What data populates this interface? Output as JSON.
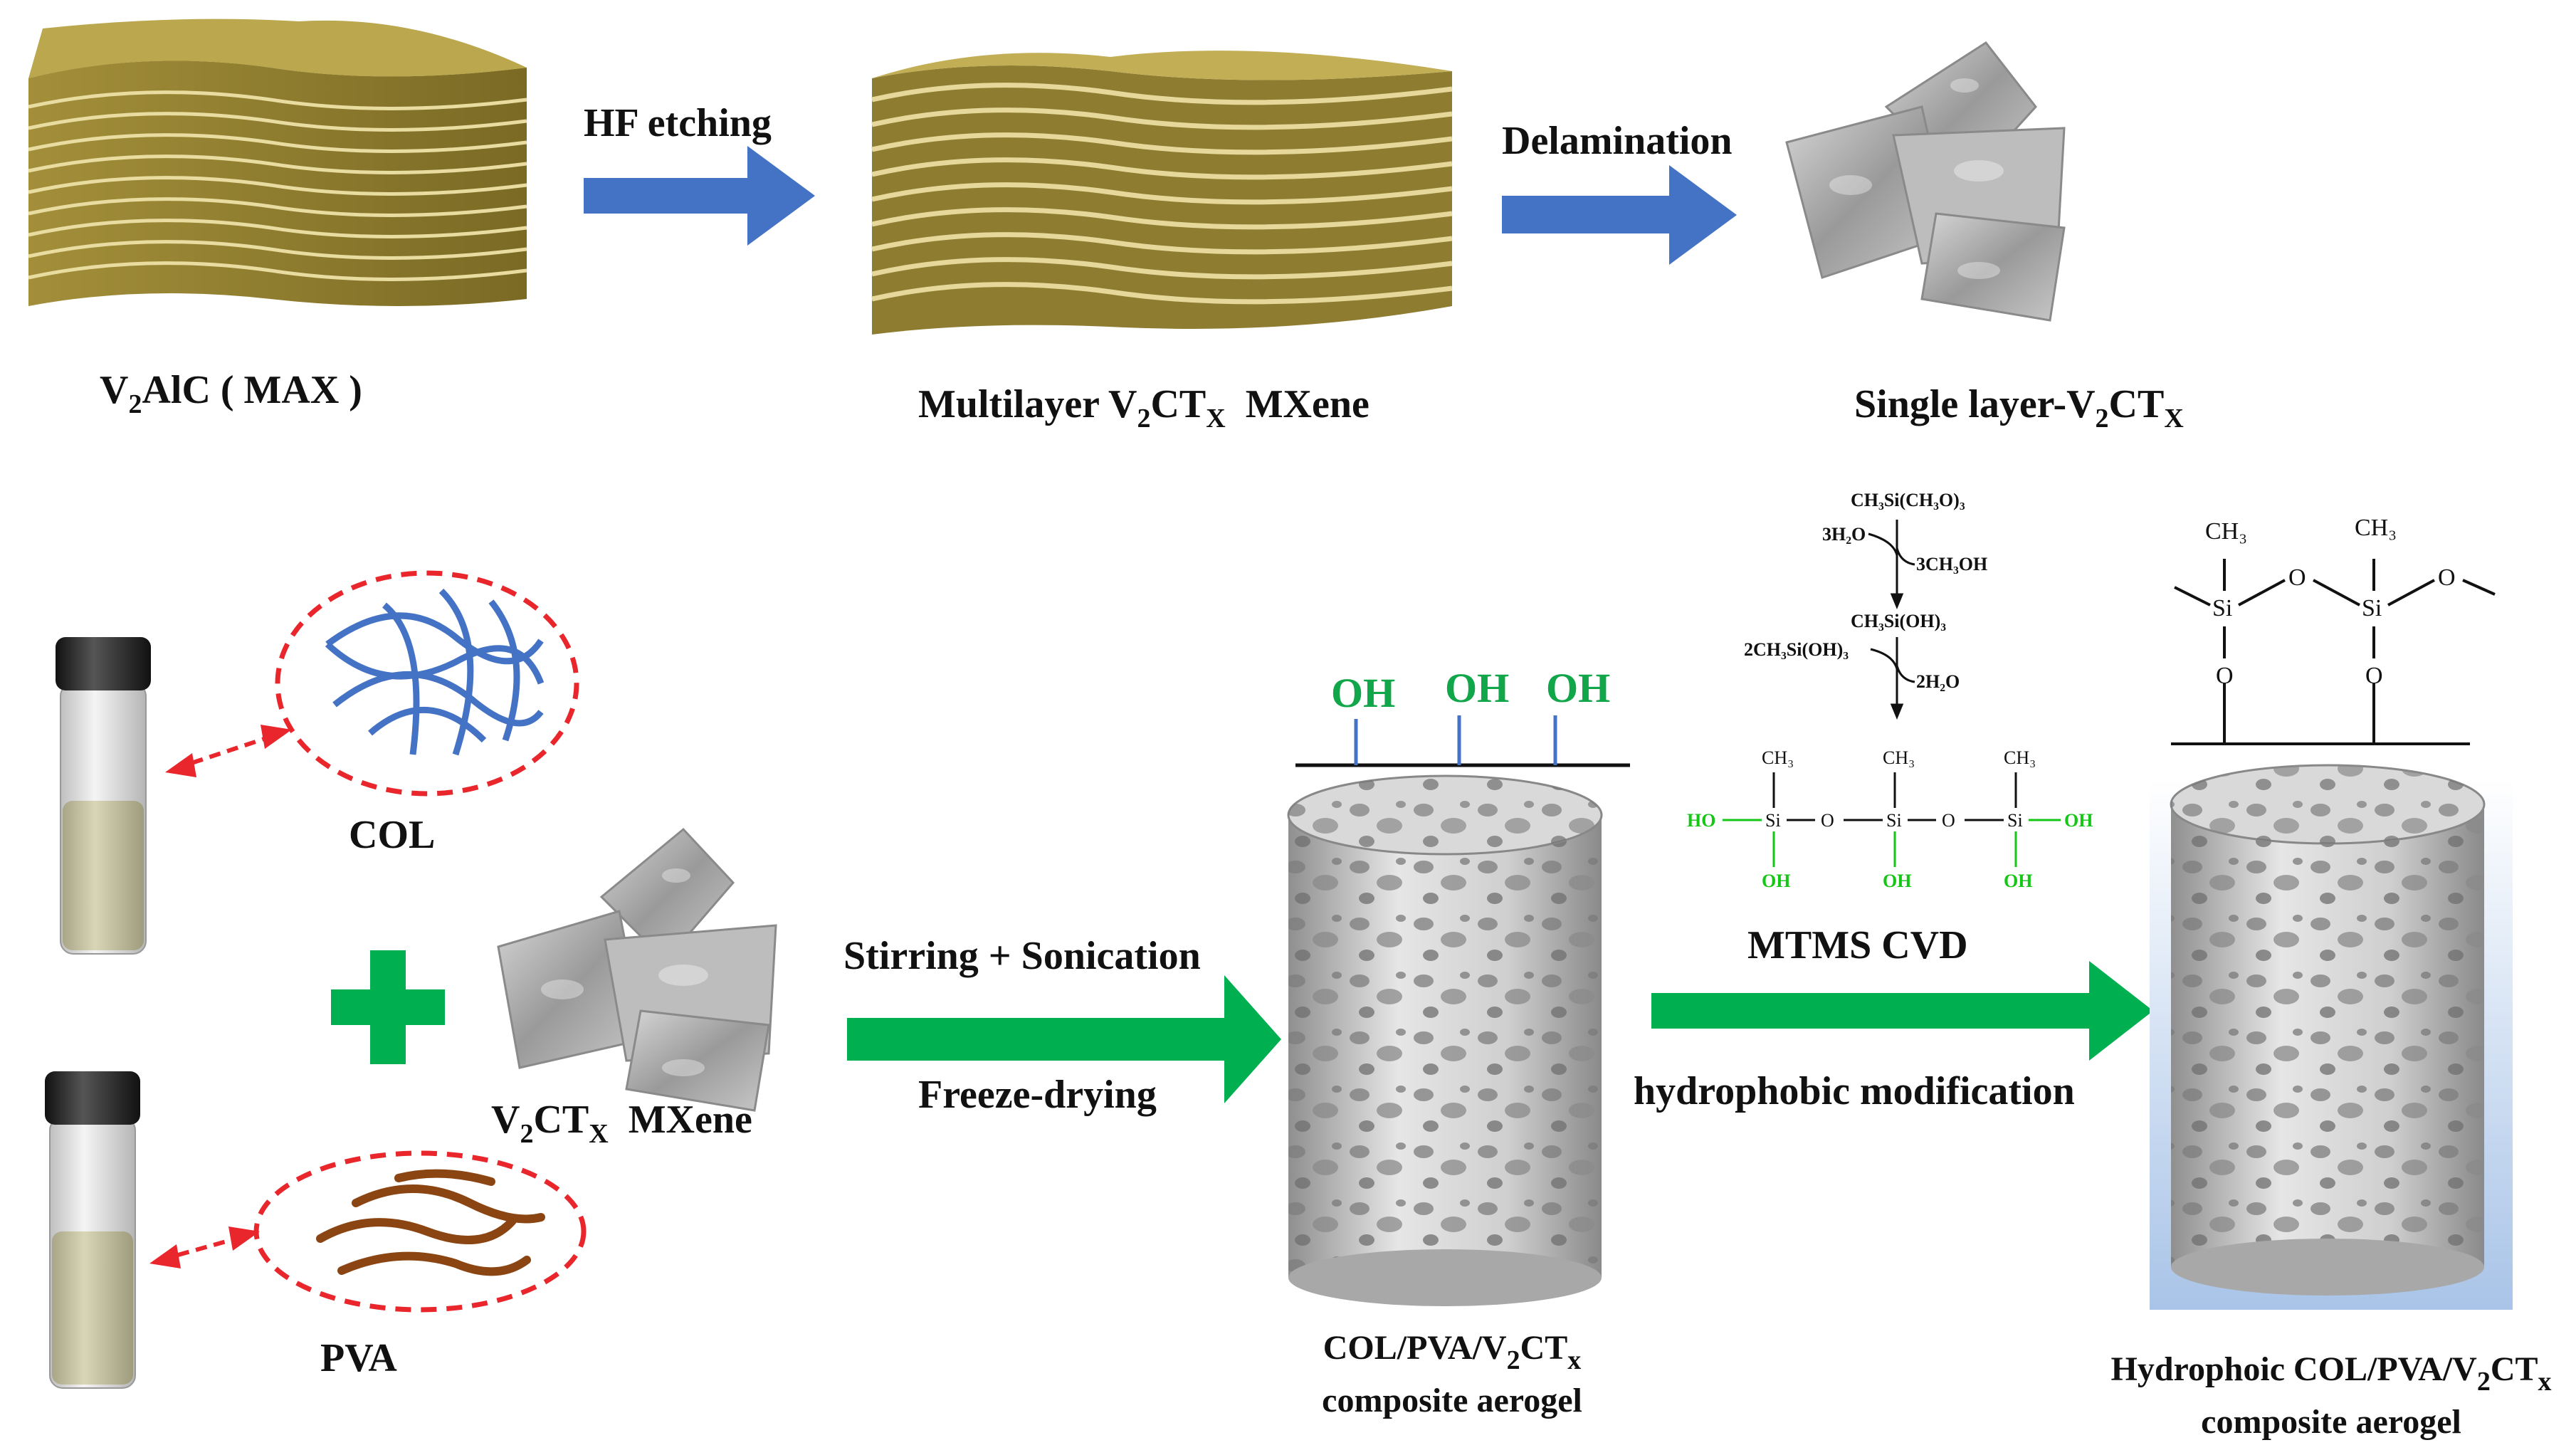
{
  "title": "",
  "labels": {
    "max_name": "V",
    "max_sub": "2",
    "max_rest": "AlC ( MAX )",
    "hf_etching": "HF etching",
    "multilayer_pre": "Multilayer V",
    "multilayer_sub2": "2",
    "multilayer_ct": "CT",
    "multilayer_subx": "X",
    "multilayer_post": "  MXene",
    "delamination": "Delamination",
    "single_pre": "Single layer-V",
    "single_sub2": "2",
    "single_ct": "CT",
    "single_subx": "X",
    "col": "COL",
    "pva": "PVA",
    "mxene_pre": "V",
    "mxene_sub2": "2",
    "mxene_ct": "CT",
    "mxene_subx": "X",
    "mxene_post": "  MXene",
    "stirring": "Stirring + Sonication",
    "freeze": "Freeze-drying",
    "aerogel1_line1_pre": "COL/PVA/V",
    "aerogel1_line1_sub2": "2",
    "aerogel1_line1_ct": "CT",
    "aerogel1_line1_subx": "x",
    "aerogel1_line2": "composite aerogel",
    "mtms_cvd": "MTMS  CVD",
    "hydrophobic_mod": "hydrophobic modification",
    "aerogel2_line1_pre": "Hydrophoic COL/PVA/V",
    "aerogel2_line1_sub2": "2",
    "aerogel2_line1_ct": "CT",
    "aerogel2_line1_subx": "x",
    "aerogel2_line2": "composite aerogel"
  },
  "oh_groups": [
    "OH",
    "OH",
    "OH"
  ],
  "reaction": {
    "reactant": "CH₃Si(CH₃O)₃",
    "water_in": "3H₂O",
    "methanol_out": "3CH₃OH",
    "silanol": "CH₃Si(OH)₃",
    "dimer_in": "2CH₃Si(OH)₃",
    "water_out": "2H₂O",
    "ch3": "CH₃",
    "si": "Si",
    "o": "O",
    "ho": "HO",
    "oh": "OH"
  },
  "colors": {
    "blue_arrow": "#4472c4",
    "green_arrow": "#00b050",
    "dashed_red": "#e8262b",
    "col_fiber": "#4472c4",
    "pva_fiber": "#8b4513",
    "max_layer": "#b3a04c",
    "oh_green": "#12a64a"
  }
}
